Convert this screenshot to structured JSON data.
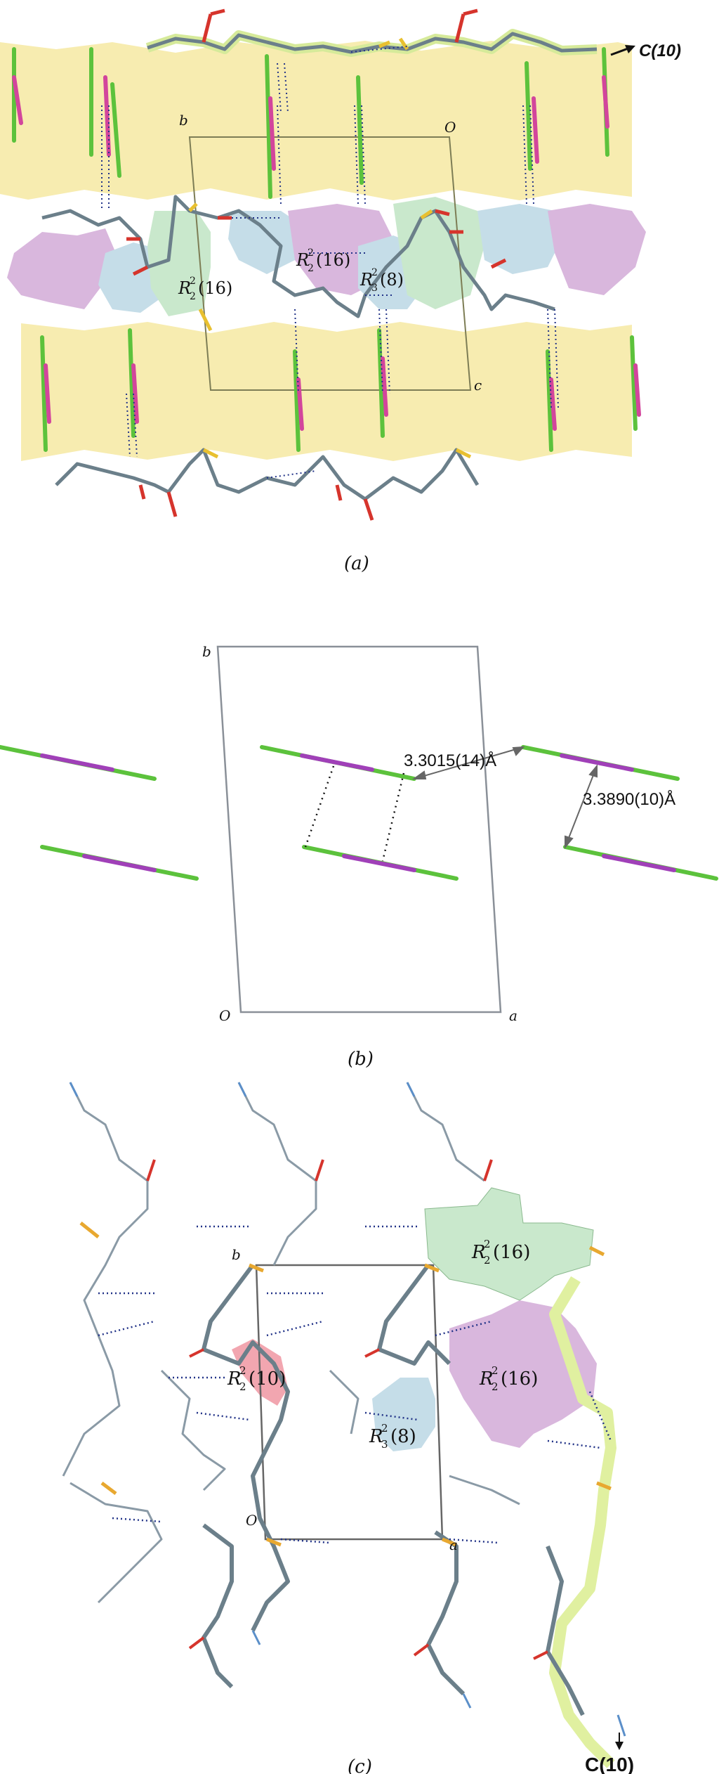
{
  "panel_a": {
    "caption": "(a)",
    "axis_b": "b",
    "axis_o": "O",
    "axis_c": "c",
    "chain_label": "C(10)",
    "motifs": [
      {
        "R": "R",
        "sup": "2",
        "sub": "2",
        "tail": "(16)"
      },
      {
        "R": "R",
        "sup": "2",
        "sub": "2",
        "tail": "(16)"
      },
      {
        "R": "R",
        "sup": "2",
        "sub": "3",
        "tail": "(8)"
      }
    ],
    "colors": {
      "layer": "#f7ecb0",
      "green": "#c9e8cc",
      "blue": "#c5dde8",
      "purple": "#d9b7dd",
      "stick_green": "#5cc23c",
      "stick_magenta": "#d2459c"
    }
  },
  "panel_b": {
    "caption": "(b)",
    "axis_b": "b",
    "axis_o": "O",
    "axis_a": "a",
    "distance_1": "3.3015(14)Å",
    "distance_2": "3.3890(10)Å"
  },
  "panel_c": {
    "caption": "(c)",
    "axis_b": "b",
    "axis_o": "O",
    "axis_a": "a",
    "chain_label": "C(10)",
    "motifs": [
      {
        "R": "R",
        "sup": "2",
        "sub": "2",
        "tail": "(16)"
      },
      {
        "R": "R",
        "sup": "2",
        "sub": "2",
        "tail": "(10)"
      },
      {
        "R": "R",
        "sup": "2",
        "sub": "2",
        "tail": "(16)"
      },
      {
        "R": "R",
        "sup": "2",
        "sub": "3",
        "tail": "(8)"
      }
    ],
    "colors": {
      "green": "#c9e8cc",
      "red": "#f2a6b0",
      "purple": "#d9b7dd",
      "blue": "#c5dde8",
      "chain_highlight": "#e0f0a0"
    }
  }
}
